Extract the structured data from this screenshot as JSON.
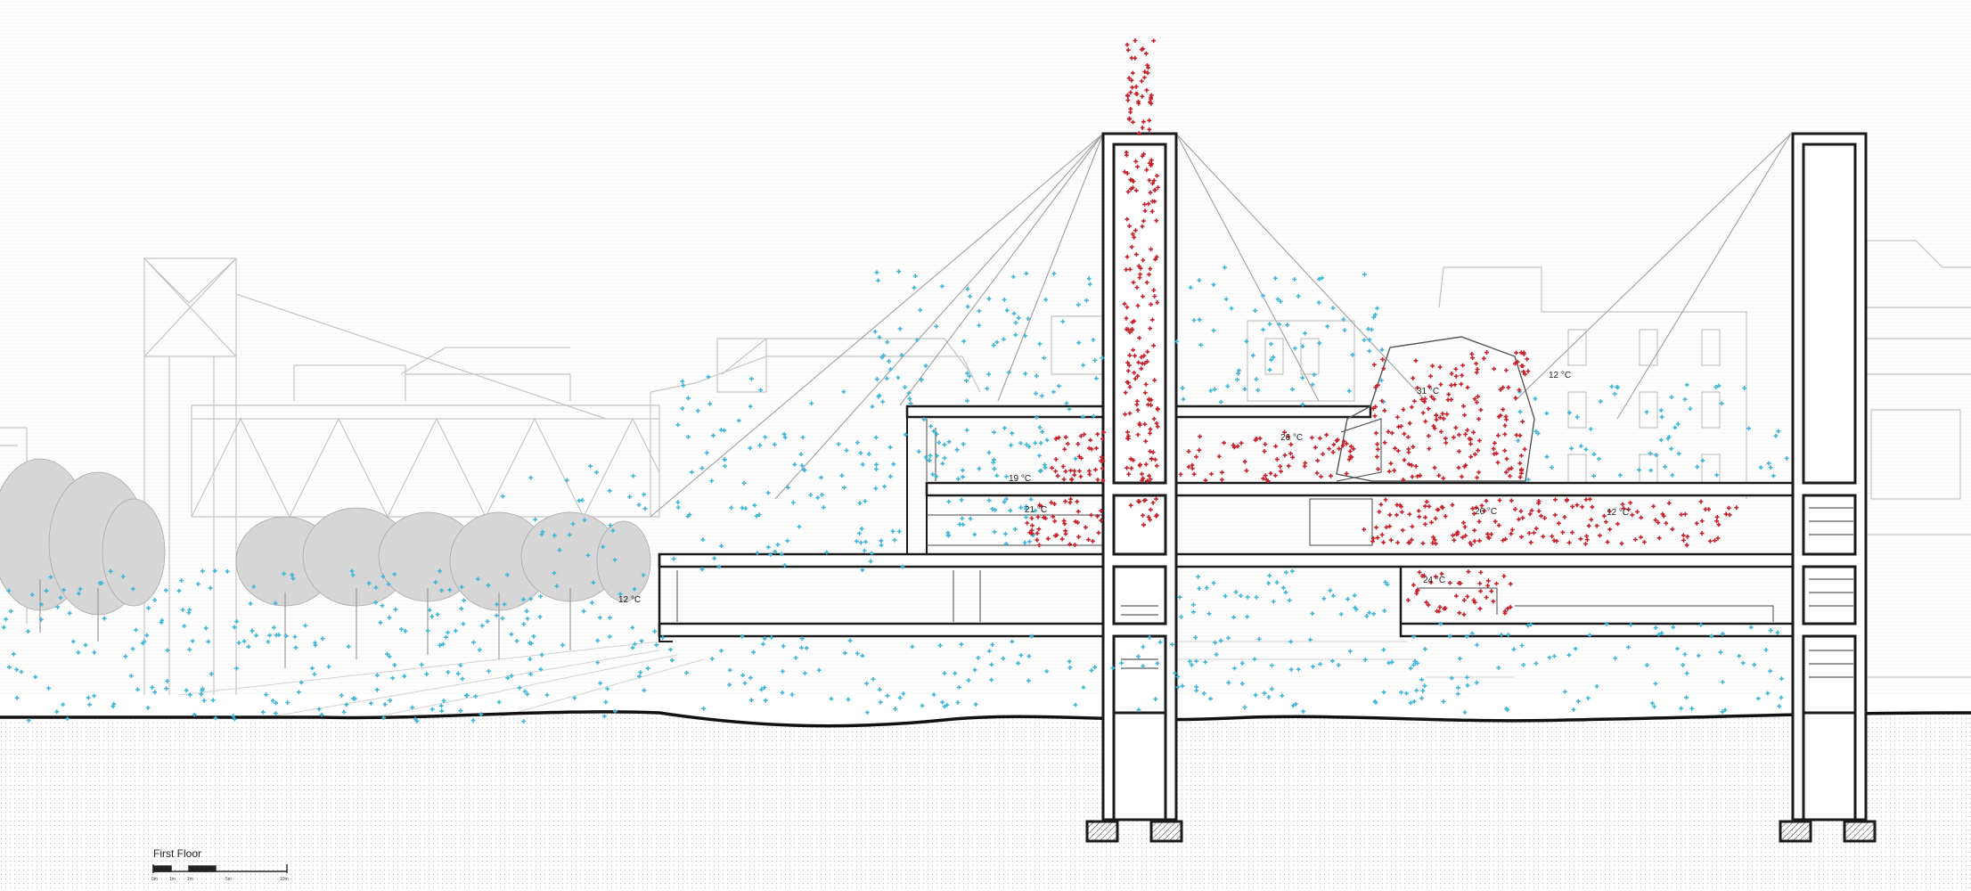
{
  "drawing": {
    "scale_bar": {
      "title": "First Floor",
      "ticks": [
        "0m",
        "1m",
        "2m",
        "5m",
        "10m"
      ]
    }
  },
  "temperatures": [
    {
      "id": "temp-exterior-left",
      "label": "12 °C"
    },
    {
      "id": "temp-room-19",
      "label": "19 °C"
    },
    {
      "id": "temp-room-21",
      "label": "21 °C"
    },
    {
      "id": "temp-gallery-26",
      "label": "26 °C"
    },
    {
      "id": "temp-roof-31",
      "label": "31 °C"
    },
    {
      "id": "temp-exterior-right",
      "label": "12 °C"
    },
    {
      "id": "temp-room-26b",
      "label": "26 °C"
    },
    {
      "id": "temp-room-12",
      "label": "12 °C"
    },
    {
      "id": "temp-lower-24",
      "label": "24 °C"
    }
  ],
  "colors": {
    "cold_air": "#3fb6d9",
    "warm_air": "#c8202a",
    "structure": "#1a1a1a",
    "context_lines": "#c4c4c4",
    "ground_hatch": "#bdbdbd",
    "trees": "#9a9a9a"
  }
}
